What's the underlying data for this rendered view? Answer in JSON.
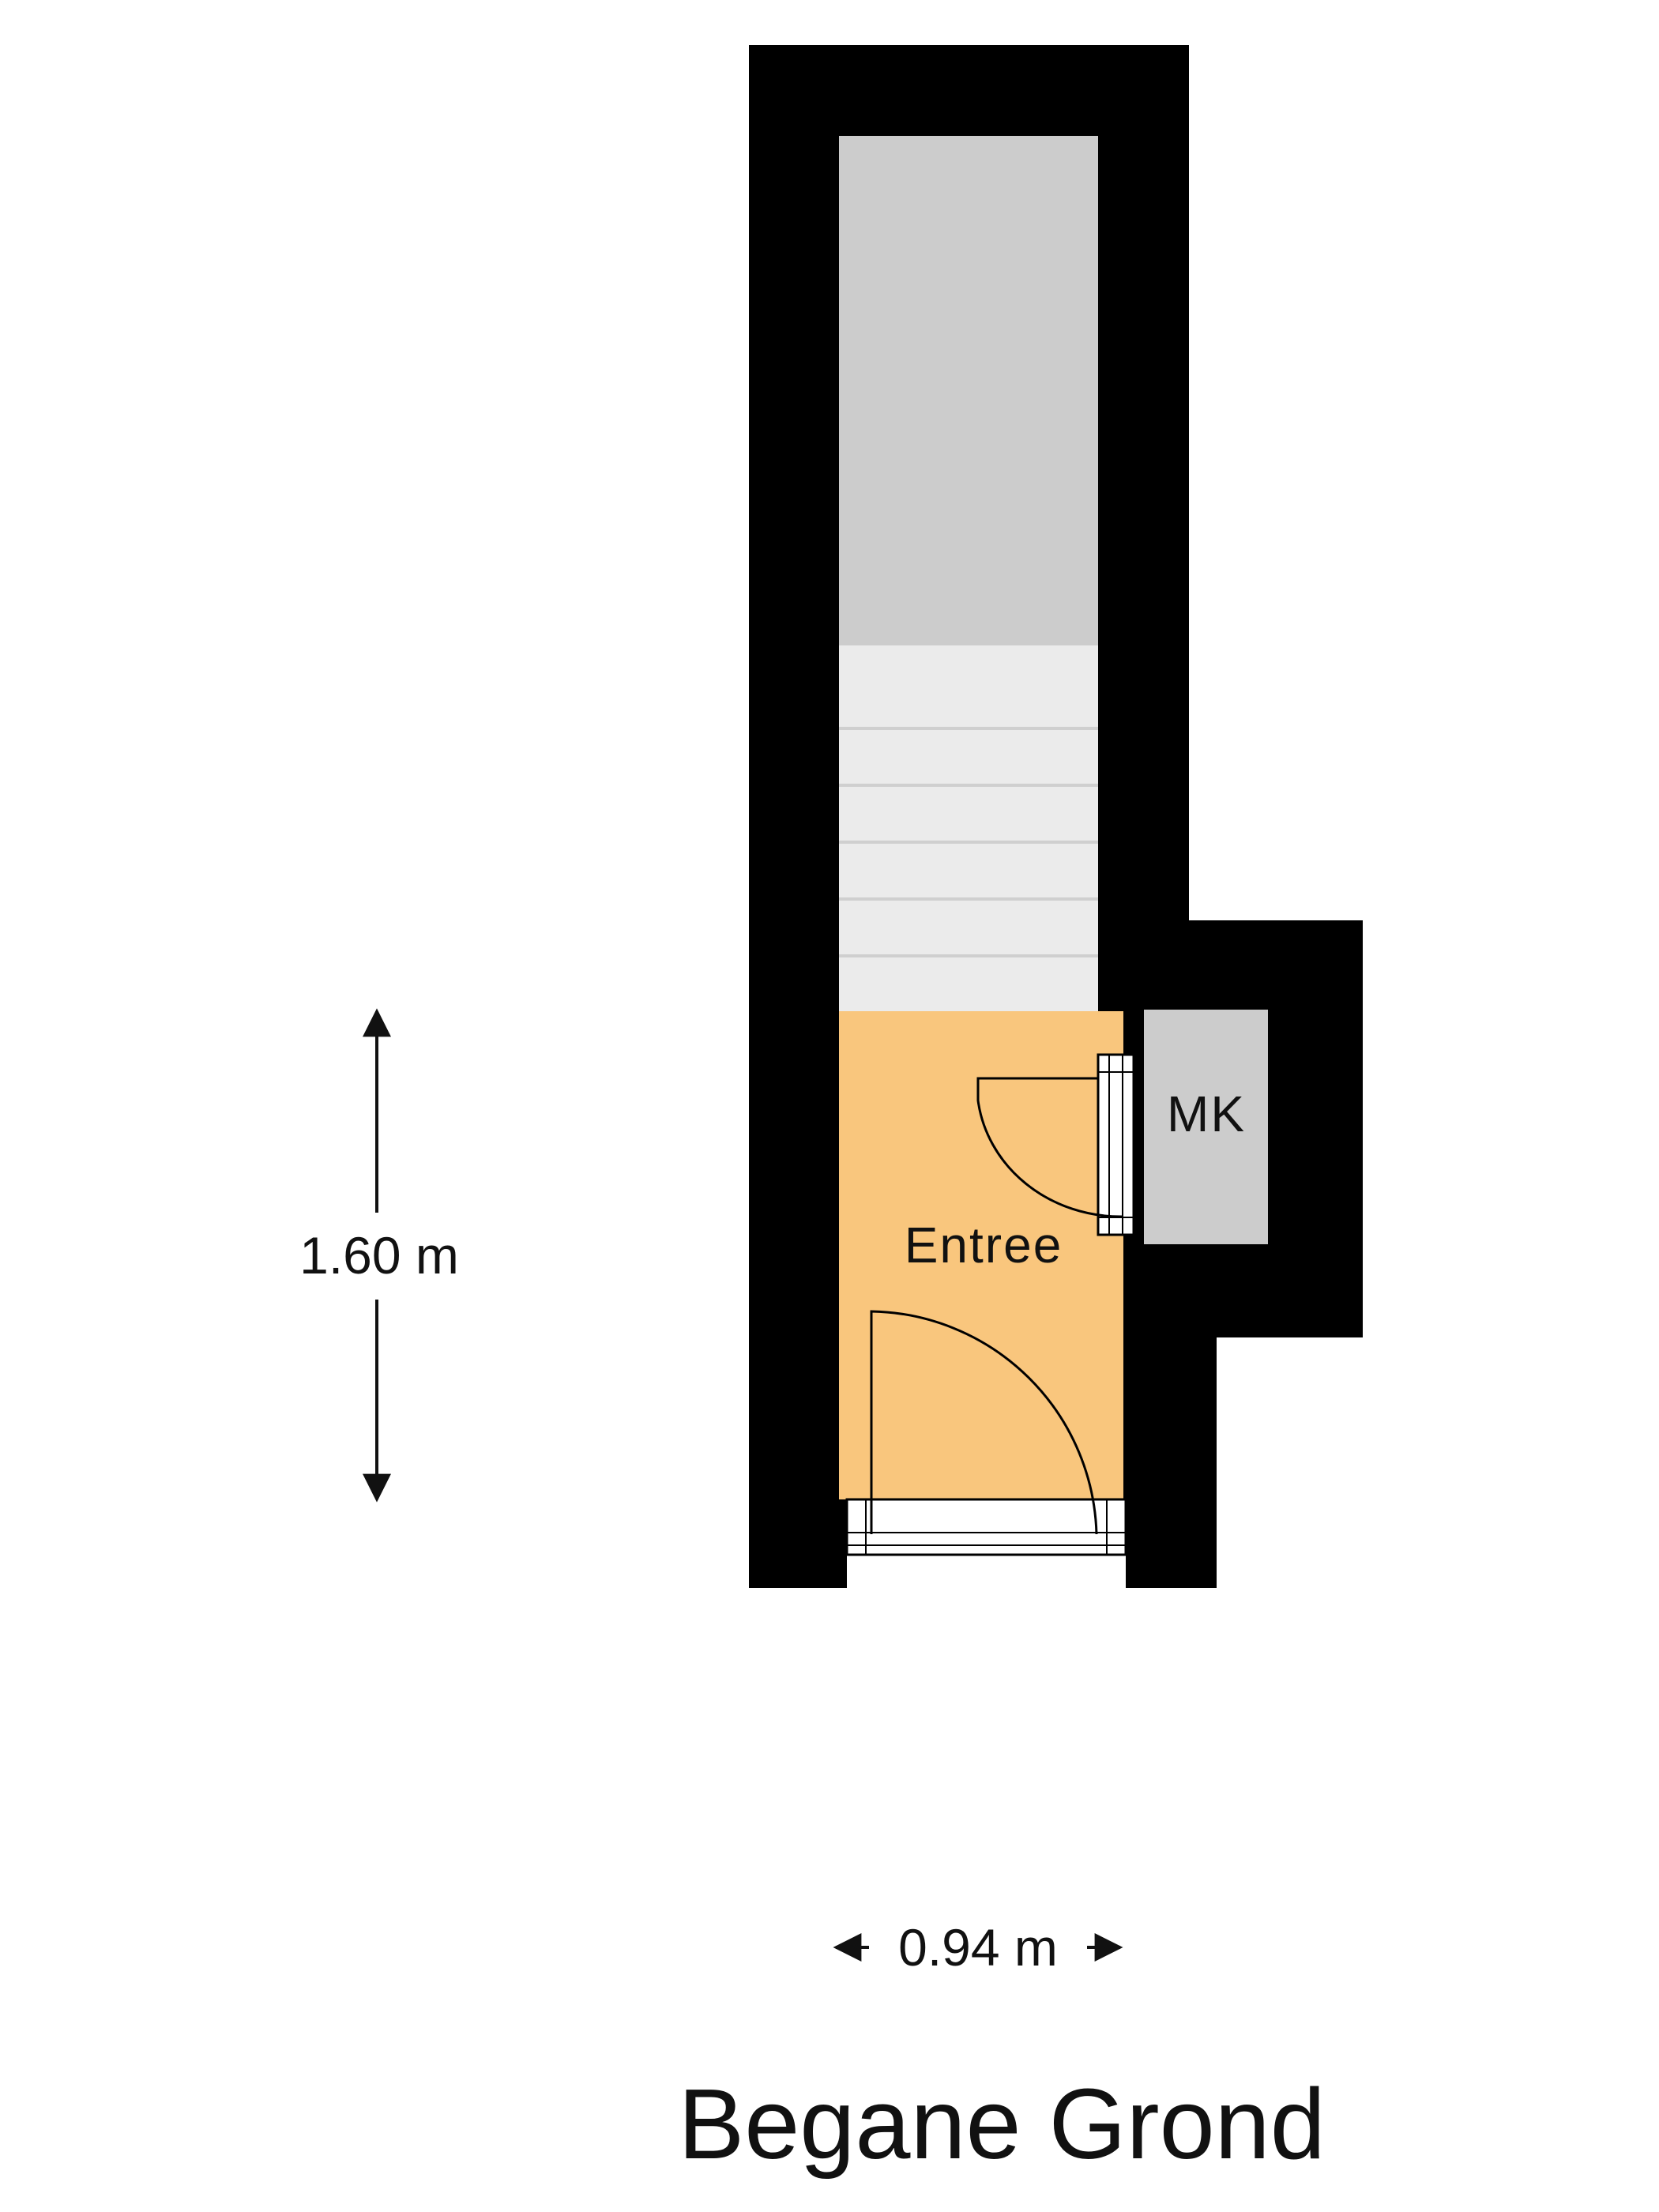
{
  "floor_title": "Begane Grond",
  "rooms": {
    "entree": "Entree",
    "meter_cupboard": "MK"
  },
  "dimensions": {
    "height": "1.60 m",
    "width": "0.94 m"
  },
  "colors": {
    "wall": "#000000",
    "entree_floor": "#f9c67d",
    "meter_cupboard_floor": "#cccccc",
    "landing_floor": "#cccccc",
    "stair_treads": "#ebebeb",
    "stair_lines": "#cfcfcf",
    "background": "#ffffff"
  },
  "icons": {
    "stairs": "staircase-icon",
    "door_front": "door-swing-icon",
    "door_cupboard": "door-swing-icon",
    "dimension_arrows": "double-arrow-icon"
  }
}
